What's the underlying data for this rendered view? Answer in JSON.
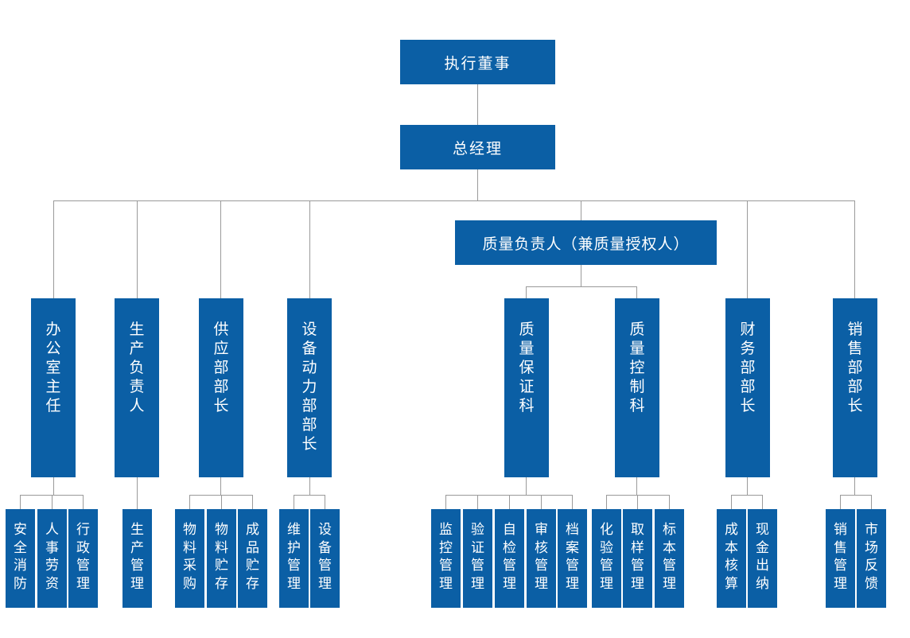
{
  "colors": {
    "box": "#0b5fa5",
    "line": "#9a9a9a",
    "text": "#ffffff"
  },
  "nodes": {
    "director": "执行董事",
    "gm": "总经理",
    "quality_head": "质量负责人（兼质量授权人）",
    "office": "办公室主任",
    "production": "生产负责人",
    "supply": "供应部部长",
    "equipment": "设备动力部部长",
    "qa": "质量保证科",
    "qc": "质量控制科",
    "finance": "财务部部长",
    "sales": "销售部部长",
    "safety": "安全消防",
    "hr": "人事劳资",
    "admin": "行政管理",
    "prod_mgmt": "生产管理",
    "mat_purchase": "物料采购",
    "mat_storage": "物料贮存",
    "product_storage": "成品贮存",
    "maint_mgmt": "维护管理",
    "equip_mgmt": "设备管理",
    "monitor_mgmt": "监控管理",
    "valid_mgmt": "验证管理",
    "selfcheck_mgmt": "自检管理",
    "audit_mgmt": "审核管理",
    "archive_mgmt": "档案管理",
    "lab_mgmt": "化验管理",
    "sampling_mgmt": "取样管理",
    "standard_mgmt": "标本管理",
    "cost_accounting": "成本核算",
    "cashier": "现金出纳",
    "sales_mgmt": "销售管理",
    "market_feedback": "市场反馈"
  }
}
